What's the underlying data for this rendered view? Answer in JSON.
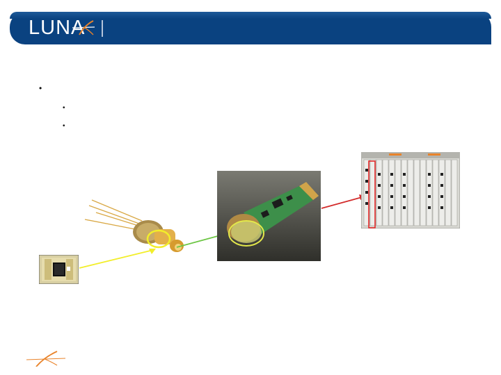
{
  "header": {
    "logo_text": "LUNA",
    "bar_color": "#0a4280"
  },
  "bullets": {
    "level1_glyph": "•",
    "level2_glyph": "•"
  },
  "images": {
    "photodiode_chip": "photodiode-chip-photo",
    "to_can_package": "to-can-package-photo",
    "transceiver_module": "transceiver-module-photo",
    "equipment_rack": "equipment-rack-photo"
  },
  "arrows": {
    "yellow": "#f2ee2a",
    "green": "#6cc644",
    "red": "#d32b2b"
  },
  "accent": {
    "logo_orange": "#e9832a"
  }
}
